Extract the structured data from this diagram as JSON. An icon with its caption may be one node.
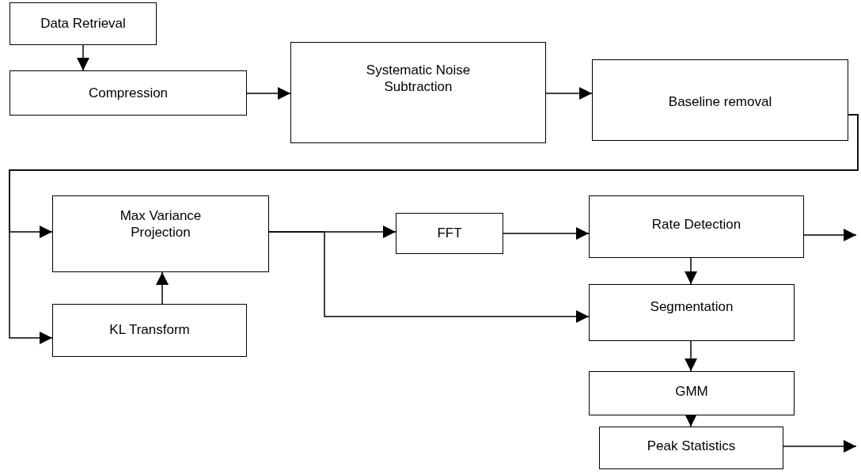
{
  "diagram": {
    "nodes": [
      {
        "text": [
          "Data Retrieval"
        ]
      },
      {
        "text": [
          "Compression"
        ]
      },
      {
        "text": [
          "Systematic Noise Subtraction"
        ]
      },
      {
        "text": [
          "Baseline removal"
        ]
      },
      {
        "text": [
          "Max Variance Projection"
        ]
      },
      {
        "text": [
          "FFT"
        ]
      },
      {
        "text": [
          "Rate Detection"
        ]
      },
      {
        "text": [
          "KL Transform"
        ]
      },
      {
        "text": [
          "Segmentation"
        ]
      },
      {
        "text": [
          "GMM"
        ]
      },
      {
        "text": [
          "Peak Statistics"
        ]
      }
    ],
    "edges": [
      {
        "from": 0,
        "to": 1,
        "arrow": "to"
      },
      {
        "from": 1,
        "to": 2,
        "arrow": "to"
      },
      {
        "from": 2,
        "to": 3,
        "arrow": "to"
      },
      {
        "from": 3,
        "to": 4,
        "arrow": "to"
      },
      {
        "from": 3,
        "to": 7,
        "arrow": "to"
      },
      {
        "from": 7,
        "to": 4,
        "arrow": "to"
      },
      {
        "from": 4,
        "to": 5,
        "arrow": "to"
      },
      {
        "from": 4,
        "to": 8,
        "arrow": "to"
      },
      {
        "from": 5,
        "to": 6,
        "arrow": "to"
      },
      {
        "from": 6,
        "to": null,
        "arrow": "to"
      },
      {
        "from": 6,
        "to": 8,
        "arrow": "to"
      },
      {
        "from": 8,
        "to": 9,
        "arrow": "to"
      },
      {
        "from": 9,
        "to": 10,
        "arrow": "to"
      },
      {
        "from": 10,
        "to": null,
        "arrow": "to"
      }
    ]
  }
}
